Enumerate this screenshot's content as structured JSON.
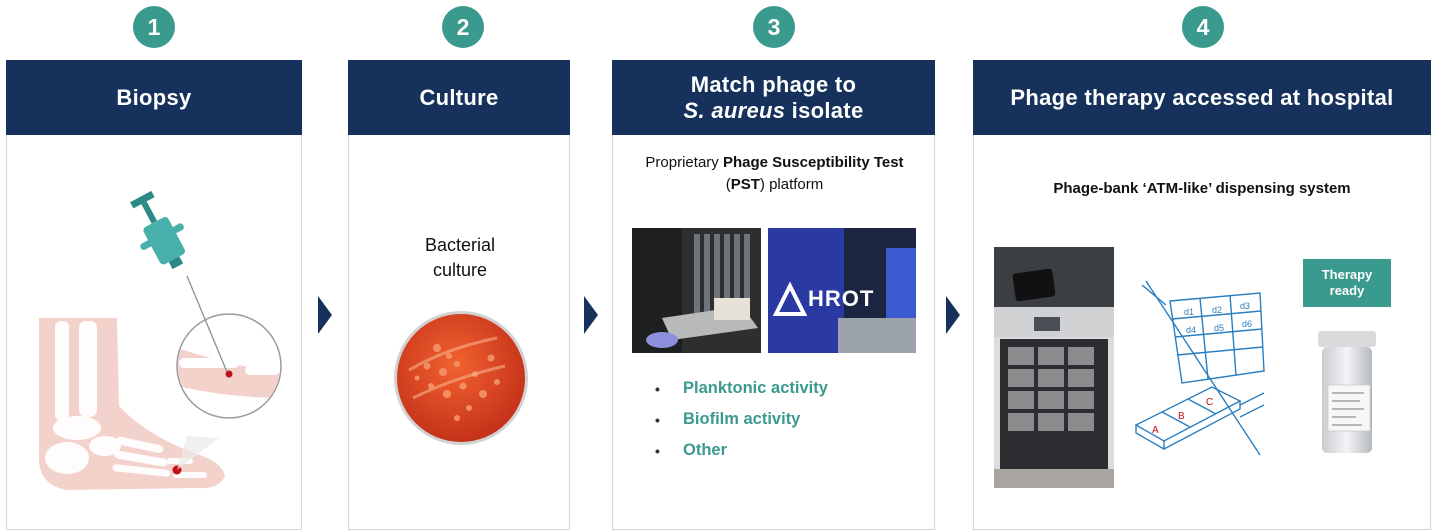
{
  "steps": [
    {
      "number": "1",
      "title": "Biopsy"
    },
    {
      "number": "2",
      "title": "Culture",
      "caption": "Bacterial culture"
    },
    {
      "number": "3",
      "title_line1": "Match phage to",
      "title_species": "S. aureus",
      "title_line2_rest": " isolate",
      "platform_prefix": "Proprietary ",
      "platform_bold1": "Phage Susceptibility Test",
      "platform_mid": " (",
      "platform_bold2": "PST",
      "platform_suffix": ") platform",
      "device_brand": "HROT",
      "activities": [
        "Planktonic activity",
        "Biofilm activity",
        "Other"
      ]
    },
    {
      "number": "4",
      "title": "Phage therapy accessed at hospital",
      "system_label": "Phage-bank ‘ATM-like’ dispensing system",
      "therapy_badge": "Therapy ready",
      "grid_labels": [
        "d1",
        "d2",
        "d3",
        "d4",
        "d5",
        "d6"
      ],
      "tray_labels": [
        "A",
        "B",
        "C"
      ]
    }
  ],
  "colors": {
    "navy": "#16325c",
    "teal": "#3a9a8e",
    "skin": "#f2c8c2",
    "blood": "#c0101a",
    "agar": "#e0401f"
  }
}
